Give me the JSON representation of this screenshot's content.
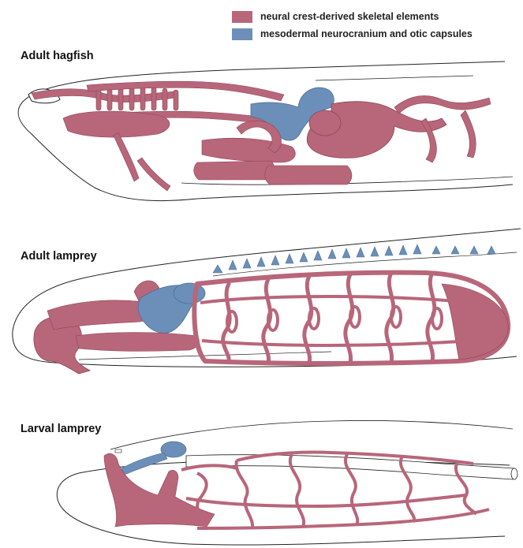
{
  "legend": {
    "items": [
      {
        "label": "neural crest-derived skeletal elements",
        "color": "#b8667a"
      },
      {
        "label": "mesodermal neurocranium and otic capsules",
        "color": "#6b8fb8"
      }
    ]
  },
  "panels": {
    "hagfish": {
      "title": "Adult hagfish"
    },
    "adult_lamprey": {
      "title": "Adult lamprey"
    },
    "larval_lamprey": {
      "title": "Larval lamprey"
    }
  },
  "colors": {
    "neural_crest": "#b8667a",
    "neural_crest_dark": "#8f4558",
    "mesoderm": "#6b8fb8",
    "mesoderm_dark": "#4b6f98",
    "outline": "#222222"
  },
  "icons": [
    "neural-crest-swatch",
    "mesoderm-swatch"
  ]
}
